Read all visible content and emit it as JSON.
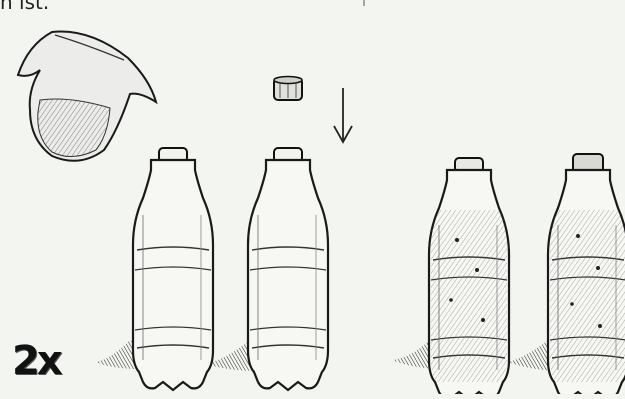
{
  "instruction": {
    "text_fragment": "n ist."
  },
  "multiplier": {
    "label": "2x"
  },
  "illustration": {
    "items": [
      {
        "name": "measuring-jug"
      },
      {
        "name": "bottle-cap"
      },
      {
        "name": "down-arrow"
      },
      {
        "name": "bottle",
        "state": "empty, open"
      },
      {
        "name": "bottle",
        "state": "empty, open"
      },
      {
        "name": "bottle",
        "state": "filled, open"
      },
      {
        "name": "bottle",
        "state": "filled, capped"
      }
    ]
  }
}
